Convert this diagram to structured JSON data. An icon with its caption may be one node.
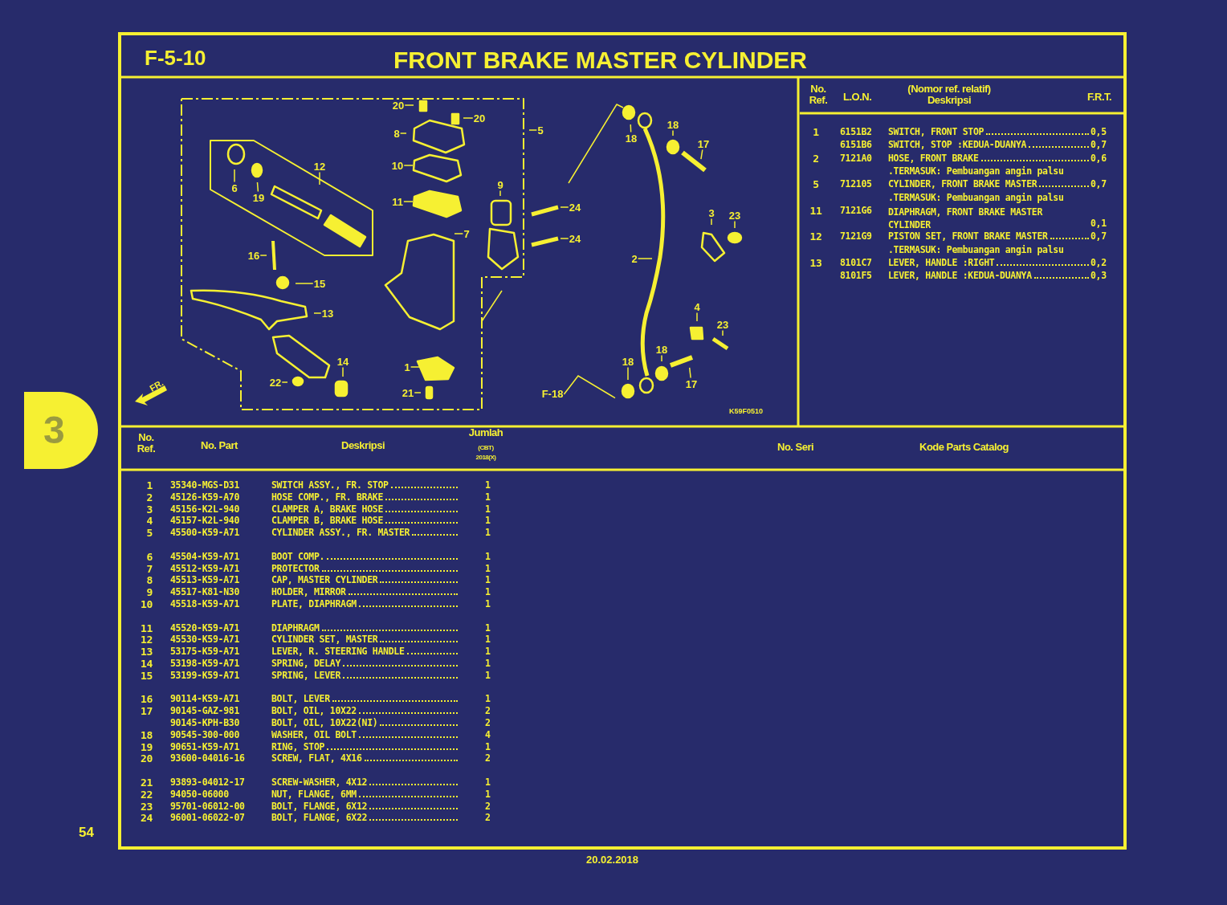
{
  "diagram": {
    "title": "FRONT BRAKE MASTER CYLINDER",
    "nodes": [
      {
        "text": [
          "20"
        ]
      },
      {
        "text": [
          "20"
        ]
      },
      {
        "text": [
          "8"
        ]
      },
      {
        "text": [
          "5"
        ]
      },
      {
        "text": [
          "10"
        ]
      },
      {
        "text": [
          "12"
        ]
      },
      {
        "text": [
          "6"
        ]
      },
      {
        "text": [
          "19"
        ]
      },
      {
        "text": [
          "9"
        ]
      },
      {
        "text": [
          "11"
        ]
      },
      {
        "text": [
          "24"
        ]
      },
      {
        "text": [
          "7"
        ]
      },
      {
        "text": [
          "24"
        ]
      },
      {
        "text": [
          "16"
        ]
      },
      {
        "text": [
          "15"
        ]
      },
      {
        "text": [
          "13"
        ]
      },
      {
        "text": [
          "14"
        ]
      },
      {
        "text": [
          "22"
        ]
      },
      {
        "text": [
          "1"
        ]
      },
      {
        "text": [
          "21"
        ]
      },
      {
        "text": [
          "18"
        ]
      },
      {
        "text": [
          "18"
        ]
      },
      {
        "text": [
          "17"
        ]
      },
      {
        "text": [
          "3"
        ]
      },
      {
        "text": [
          "23"
        ]
      },
      {
        "text": [
          "2"
        ]
      },
      {
        "text": [
          "4"
        ]
      },
      {
        "text": [
          "23"
        ]
      },
      {
        "text": [
          "18"
        ]
      },
      {
        "text": [
          "18"
        ]
      },
      {
        "text": [
          "17"
        ]
      },
      {
        "text": [
          "F-18"
        ]
      }
    ],
    "edges": [
      {
        "from": 0,
        "to": null,
        "arrow": "none"
      },
      {
        "from": 1,
        "to": null,
        "arrow": "none"
      },
      {
        "from": 2,
        "to": null,
        "arrow": "none"
      },
      {
        "from": 3,
        "to": null,
        "arrow": "none"
      },
      {
        "from": 4,
        "to": null,
        "arrow": "none"
      },
      {
        "from": 5,
        "to": null,
        "arrow": "none"
      },
      {
        "from": 6,
        "to": null,
        "arrow": "none"
      },
      {
        "from": 7,
        "to": null,
        "arrow": "none"
      },
      {
        "from": 8,
        "to": null,
        "arrow": "none"
      },
      {
        "from": 9,
        "to": null,
        "arrow": "none"
      },
      {
        "from": 10,
        "to": null,
        "arrow": "none"
      },
      {
        "from": 11,
        "to": null,
        "arrow": "none"
      },
      {
        "from": 12,
        "to": null,
        "arrow": "none"
      },
      {
        "from": 13,
        "to": null,
        "arrow": "none"
      },
      {
        "from": 14,
        "to": null,
        "arrow": "none"
      },
      {
        "from": 15,
        "to": null,
        "arrow": "none"
      },
      {
        "from": 16,
        "to": null,
        "arrow": "none"
      },
      {
        "from": 17,
        "to": null,
        "arrow": "none"
      },
      {
        "from": 18,
        "to": null,
        "arrow": "none"
      },
      {
        "from": 19,
        "to": null,
        "arrow": "none"
      },
      {
        "from": 20,
        "to": null,
        "arrow": "none"
      },
      {
        "from": 21,
        "to": null,
        "arrow": "none"
      },
      {
        "from": 22,
        "to": null,
        "arrow": "none"
      },
      {
        "from": 23,
        "to": null,
        "arrow": "none"
      },
      {
        "from": 24,
        "to": null,
        "arrow": "none"
      },
      {
        "from": 25,
        "to": null,
        "arrow": "none"
      },
      {
        "from": 26,
        "to": null,
        "arrow": "none"
      },
      {
        "from": 27,
        "to": null,
        "arrow": "none"
      },
      {
        "from": 28,
        "to": null,
        "arrow": "none"
      },
      {
        "from": 29,
        "to": null,
        "arrow": "none"
      },
      {
        "from": 30,
        "to": null,
        "arrow": "none"
      },
      {
        "from": 31,
        "to": null,
        "arrow": "none"
      }
    ],
    "labels": [
      "F-5-10",
      "No. Ref.",
      "L.O.N.",
      "(Nomor ref. relatif) Deskripsi",
      "F.R.T.",
      "1",
      "6151B2",
      "SWITCH, FRONT STOP",
      "0,5",
      "6151B6",
      "SWITCH, STOP :KEDUA-DUANYA",
      "0,7",
      "2",
      "7121A0",
      "HOSE, FRONT BRAKE",
      "0,6",
      ".TERMASUK: Pembuangan angin palsu",
      "5",
      "712105",
      "CYLINDER, FRONT BRAKE MASTER",
      "0,7",
      ".TERMASUK: Pembuangan angin palsu",
      "11",
      "7121G6",
      "DIAPHRAGM, FRONT BRAKE MASTER CYLINDER",
      "0,1",
      "12",
      "7121G9",
      "PISTON SET, FRONT BRAKE MASTER",
      "0,7",
      ".TERMASUK: Pembuangan angin palsu",
      "13",
      "8101C7",
      "LEVER, HANDLE :RIGHT",
      "0,2",
      "8101F5",
      "LEVER, HANDLE :KEDUA-DUANYA",
      "0,3",
      "K59F0510",
      "FR.",
      "3",
      "No. Ref.",
      "No. Part",
      "Deskripsi",
      "Jumlah",
      "(CBT)",
      "2018(X)",
      "No. Seri",
      "Kode Parts Catalog",
      "1",
      "35340-MGS-D31",
      "SWITCH ASSY., FR. STOP",
      "1",
      "2",
      "45126-K59-A70",
      "HOSE COMP., FR. BRAKE",
      "1",
      "3",
      "45156-K2L-940",
      "CLAMPER A, BRAKE HOSE",
      "1",
      "4",
      "45157-K2L-940",
      "CLAMPER B, BRAKE HOSE",
      "1",
      "5",
      "45500-K59-A71",
      "CYLINDER ASSY., FR. MASTER",
      "1",
      "6",
      "45504-K59-A71",
      "BOOT COMP.",
      "1",
      "7",
      "45512-K59-A71",
      "PROTECTOR",
      "1",
      "8",
      "45513-K59-A71",
      "CAP, MASTER CYLINDER",
      "1",
      "9",
      "45517-K81-N30",
      "HOLDER, MIRROR",
      "1",
      "10",
      "45518-K59-A71",
      "PLATE, DIAPHRAGM",
      "1",
      "11",
      "45520-K59-A71",
      "DIAPHRAGM",
      "1",
      "12",
      "45530-K59-A71",
      "CYLINDER SET, MASTER",
      "1",
      "13",
      "53175-K59-A71",
      "LEVER, R. STEERING HANDLE",
      "1",
      "14",
      "53198-K59-A71",
      "SPRING, DELAY",
      "1",
      "15",
      "53199-K59-A71",
      "SPRING, LEVER",
      "1",
      "16",
      "90114-K59-A71",
      "BOLT, LEVER",
      "1",
      "17",
      "90145-GAZ-981",
      "BOLT, OIL, 10X22",
      "2",
      "90145-KPH-B30",
      "BOLT, OIL, 10X22(NI)",
      "2",
      "18",
      "90545-300-000",
      "WASHER, OIL BOLT",
      "4",
      "19",
      "90651-K59-A71",
      "RING, STOP",
      "1",
      "20",
      "93600-04016-16",
      "SCREW, FLAT, 4X16",
      "2",
      "21",
      "93893-04012-17",
      "SCREW-WASHER, 4X12",
      "1",
      "22",
      "94050-06000",
      "NUT, FLANGE, 6MM",
      "1",
      "23",
      "95701-06012-00",
      "BOLT, FLANGE, 6X12",
      "2",
      "24",
      "96001-06022-07",
      "BOLT, FLANGE, 6X22",
      "2",
      "54",
      "20.02.2018"
    ]
  }
}
